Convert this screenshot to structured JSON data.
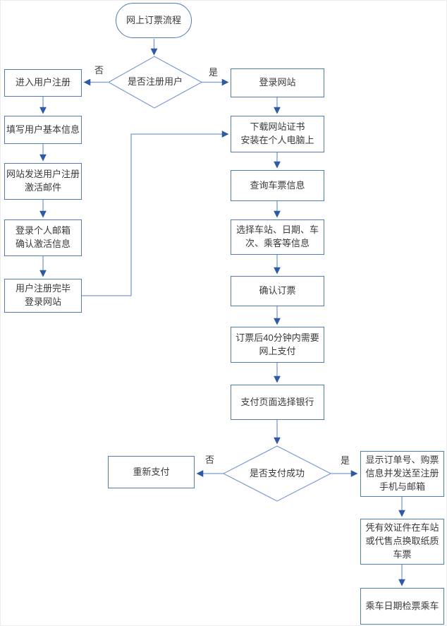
{
  "diagram": {
    "title": "网上订票流程",
    "nodes": {
      "start": "网上订票流程",
      "decision_register": "是否注册用户",
      "enter_register": "进入用户注册",
      "fill_info": "填写用户基本信息",
      "send_email": "网站发送用户注册\n激活邮件",
      "confirm_email": "登录个人邮箱\n确认激活信息",
      "register_done": "用户注册完毕\n登录网站",
      "login": "登录网站",
      "download_cert": "下载网站证书\n安装在个人电脑上",
      "query_ticket": "查询车票信息",
      "select_info": "选择车站、日期、车\n次、乘客等信息",
      "confirm_booking": "确认订票",
      "pay_40min": "订票后40分钟内需要\n网上支付",
      "select_bank": "支付页面选择银行",
      "decision_pay": "是否支付成功",
      "repay": "重新支付",
      "show_order": "显示订单号、购票\n信息并发送至注册\n手机与邮箱",
      "exchange_ticket": "凭有效证件在车站\n或代售点换取纸质\n车票",
      "board": "乘车日期检票乘车"
    },
    "edge_labels": {
      "register_yes": "是",
      "register_no": "否",
      "pay_yes": "是",
      "pay_no": "否"
    },
    "colors": {
      "border": "#4f7cb8",
      "line": "#7a9ad6",
      "arrow": "#2e5aa5",
      "text": "#3a3a3a"
    }
  }
}
